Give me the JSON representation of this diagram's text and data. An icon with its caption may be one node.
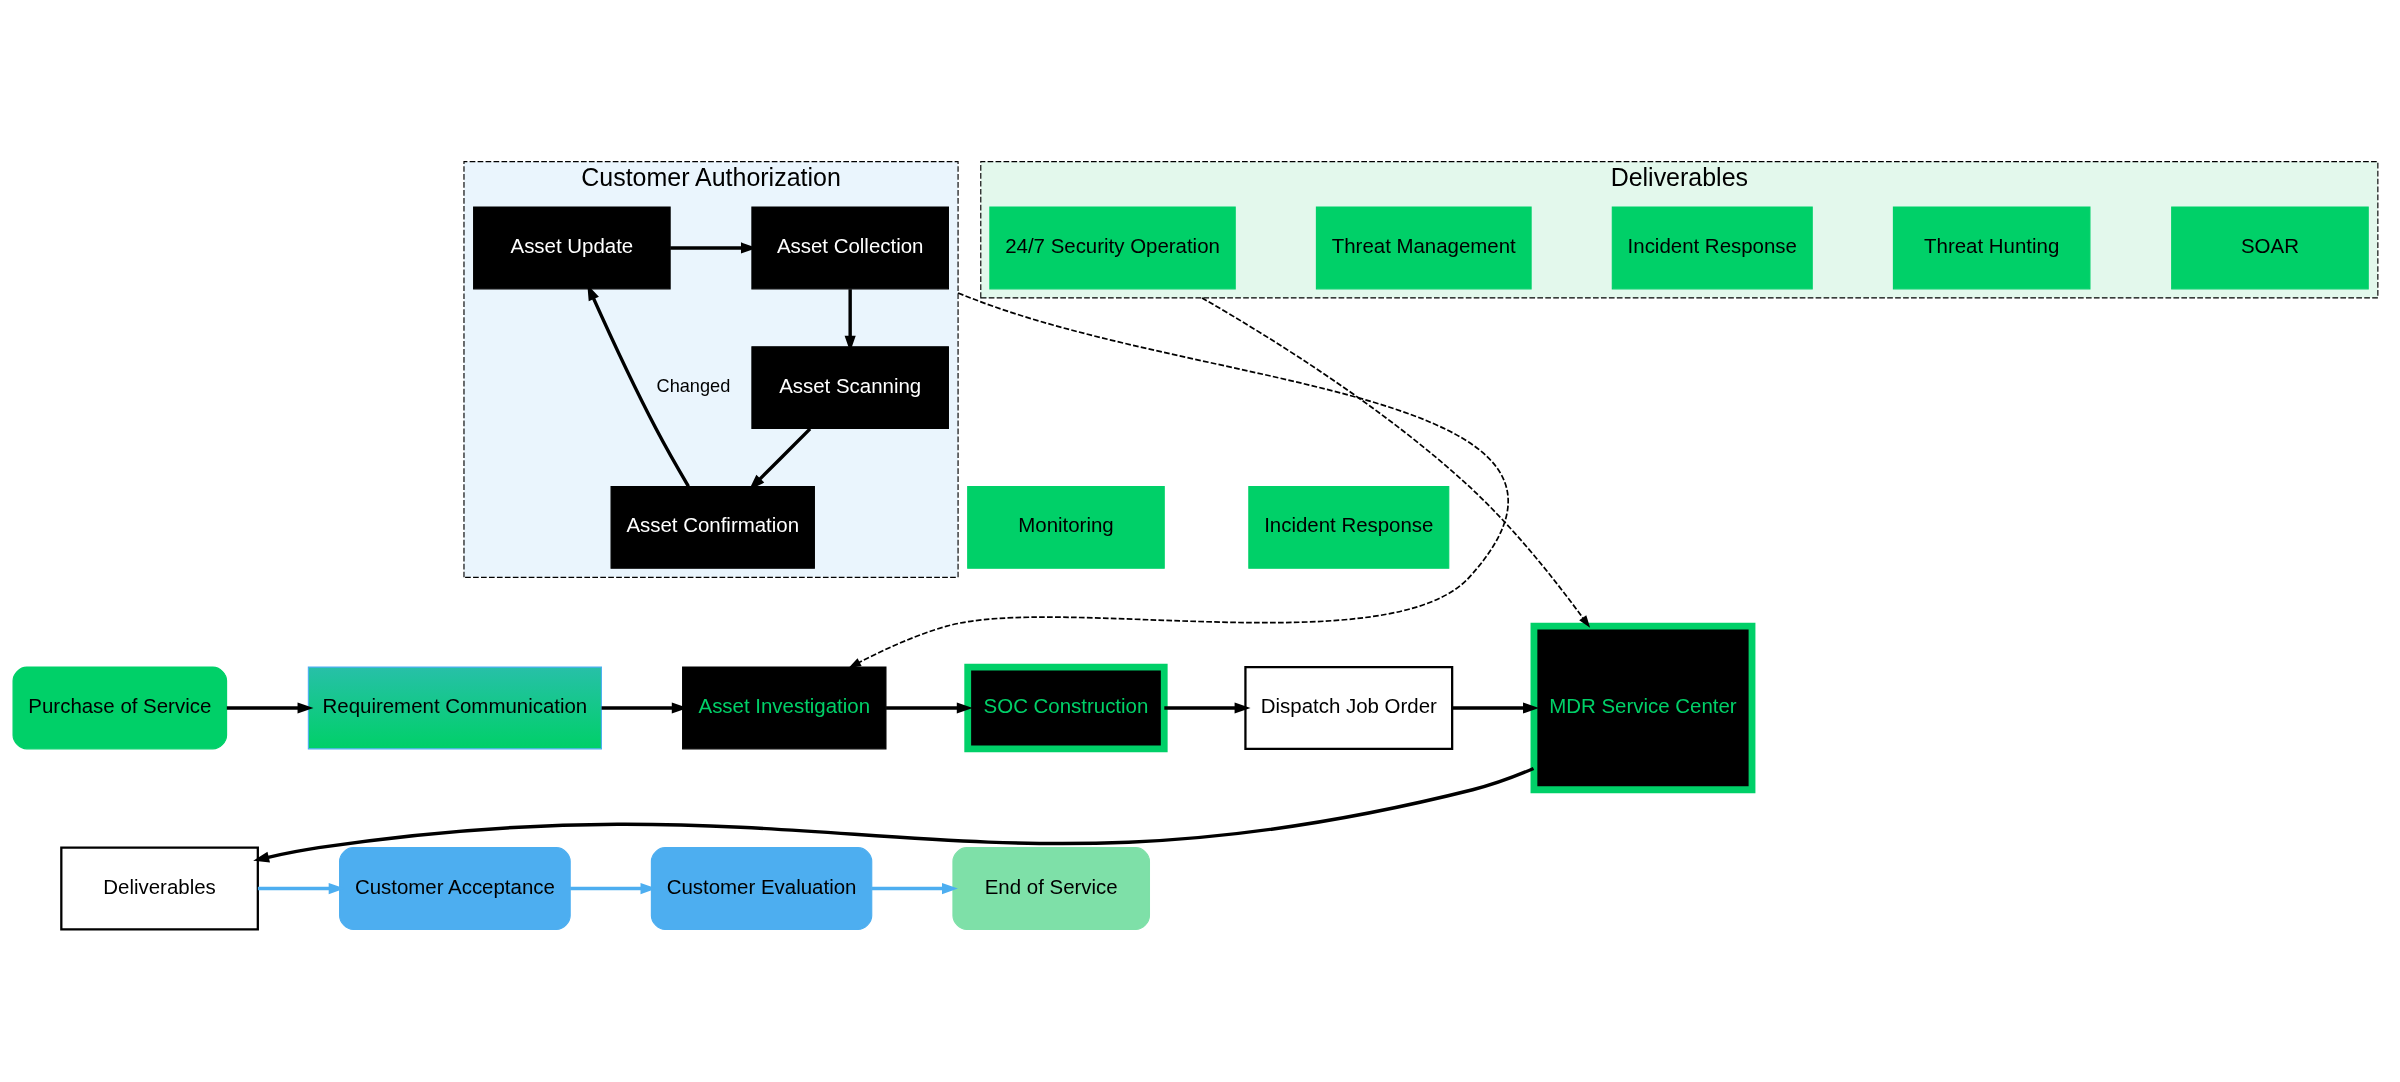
{
  "diagram": {
    "nodes": [
      {
        "text": [
          "Customer Authorization"
        ]
      },
      {
        "text": [
          "Asset Collection"
        ],
        "in": 0
      },
      {
        "text": [
          "Asset Update"
        ],
        "in": 0
      },
      {
        "text": [
          "Asset Scanning"
        ],
        "in": 0
      },
      {
        "text": [
          "Asset Confirmation"
        ],
        "in": 0
      },
      {
        "text": [
          "Deliverables"
        ]
      },
      {
        "text": [
          "24/7 Security Operation"
        ],
        "in": 5
      },
      {
        "text": [
          "Threat Management"
        ],
        "in": 5
      },
      {
        "text": [
          "Incident Response"
        ],
        "in": 5
      },
      {
        "text": [
          "Threat Hunting"
        ],
        "in": 5
      },
      {
        "text": [
          "SOAR"
        ],
        "in": 5
      },
      {
        "text": [
          "Monitoring"
        ]
      },
      {
        "text": [
          "Incident Response"
        ]
      },
      {
        "text": [
          "Purchase of Service"
        ]
      },
      {
        "text": [
          "Requirement Communication"
        ]
      },
      {
        "text": [
          "Asset Investigation"
        ]
      },
      {
        "text": [
          "SOC Construction"
        ]
      },
      {
        "text": [
          "Dispatch Job Order"
        ]
      },
      {
        "text": [
          "MDR Service Center"
        ]
      },
      {
        "text": [
          "Deliverables"
        ]
      },
      {
        "text": [
          "Customer Acceptance"
        ]
      },
      {
        "text": [
          "Customer Evaluation"
        ]
      },
      {
        "text": [
          "End of Service"
        ]
      }
    ],
    "edges": [
      {
        "from": 2,
        "to": 1,
        "arrow": "to"
      },
      {
        "from": 1,
        "to": 3,
        "arrow": "to"
      },
      {
        "from": 3,
        "to": 4,
        "arrow": "to"
      },
      {
        "from": 4,
        "to": 2,
        "arrow": "to",
        "label": "Changed"
      },
      {
        "from": 0,
        "to": 15,
        "arrow": "to",
        "style": "dashed"
      },
      {
        "from": 5,
        "to": 18,
        "arrow": "to",
        "style": "dashed"
      },
      {
        "from": 13,
        "to": 14,
        "arrow": "to"
      },
      {
        "from": 14,
        "to": 15,
        "arrow": "to"
      },
      {
        "from": 15,
        "to": 16,
        "arrow": "to"
      },
      {
        "from": 16,
        "to": 17,
        "arrow": "to"
      },
      {
        "from": 17,
        "to": 18,
        "arrow": "to"
      },
      {
        "from": 18,
        "to": 19,
        "arrow": "to"
      },
      {
        "from": 19,
        "to": 20,
        "arrow": "to",
        "color": "#4daef0"
      },
      {
        "from": 20,
        "to": 21,
        "arrow": "to",
        "color": "#4daef0"
      },
      {
        "from": 21,
        "to": 22,
        "arrow": "to",
        "color": "#4daef0"
      }
    ]
  }
}
